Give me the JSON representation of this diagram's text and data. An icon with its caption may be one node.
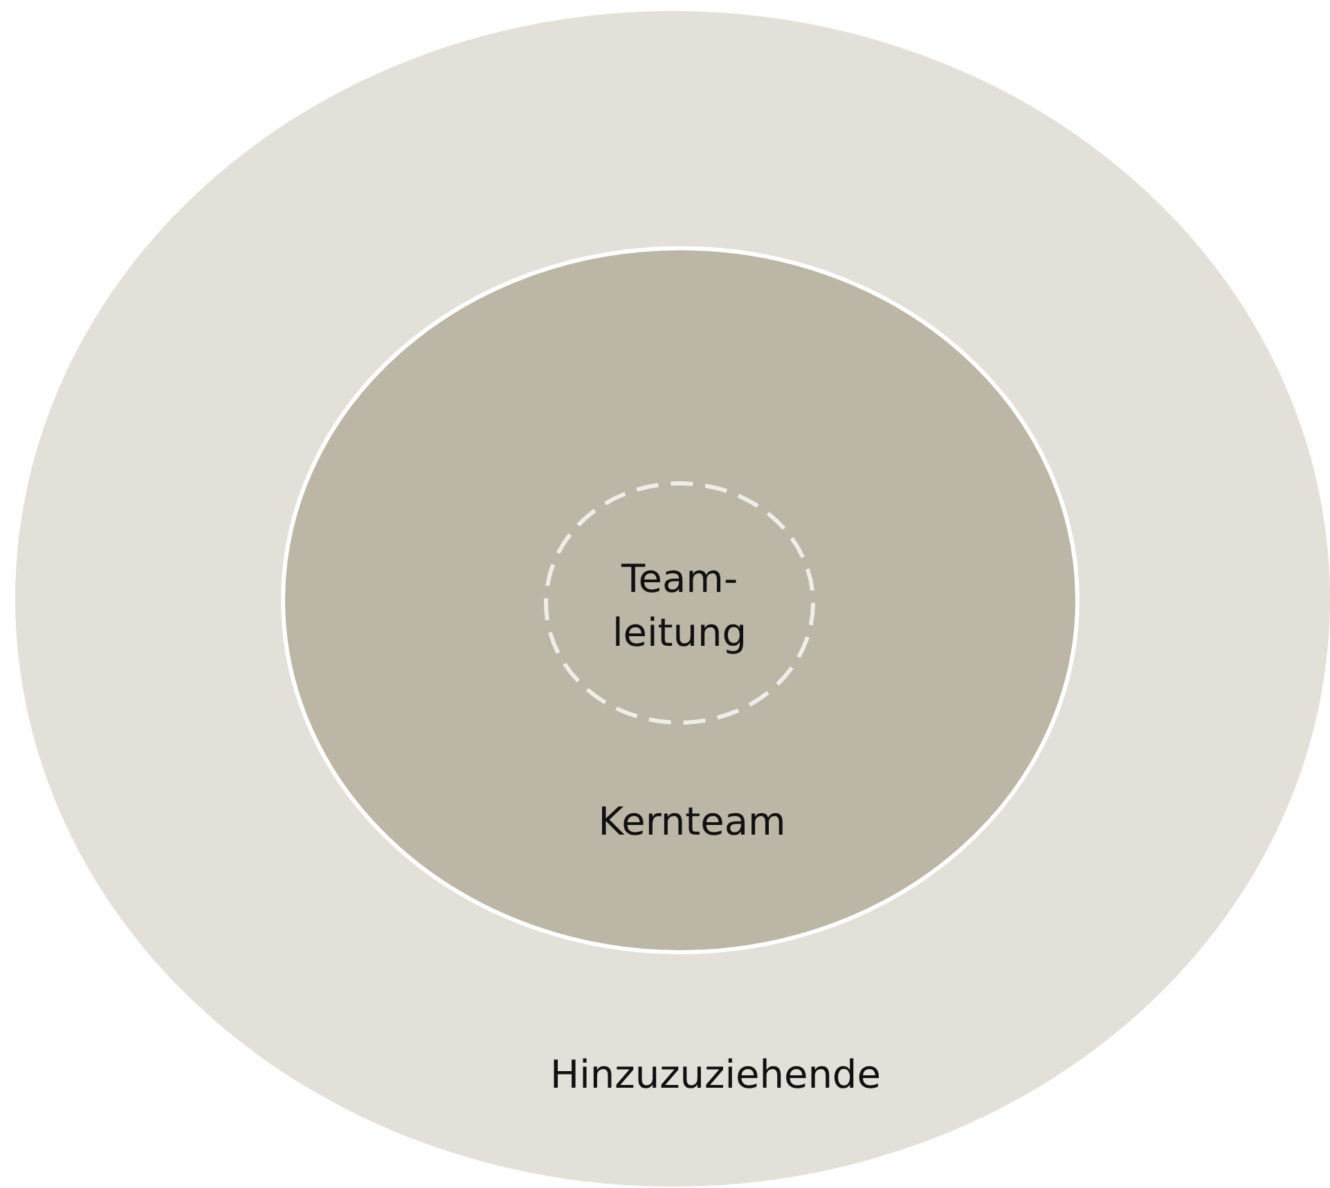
{
  "diagram": {
    "nodes": [
      {
        "text": [
          "Hinzuzuziehende"
        ]
      },
      {
        "text": [
          "Kernteam"
        ],
        "in": 0
      },
      {
        "text": [
          "Team-leitung"
        ],
        "in": 1
      }
    ]
  }
}
